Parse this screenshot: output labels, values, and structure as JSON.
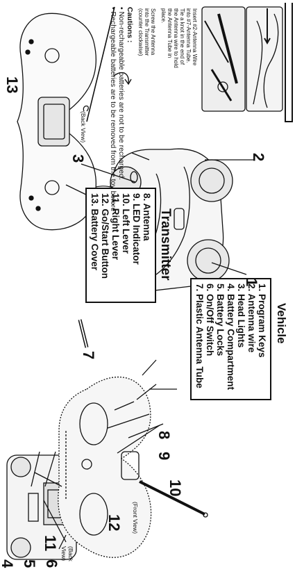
{
  "vehicle": {
    "title": "Vehicle",
    "parts": [
      "1. Program Keys",
      "2. Antenna wire",
      "3. Head Lights",
      "4. Battery Compartment",
      "5. Battery Locks",
      "6. On/Off Switch",
      "7. Plastic Antenna Tube"
    ]
  },
  "transmitter": {
    "title": "Transmitter",
    "parts": [
      "8. Antenna",
      "9. LED Indicator",
      "10. Left Lever",
      "11. Right Lever",
      "12. Go/Start Button",
      "13. Battery Cover"
    ]
  },
  "callouts": {
    "c1": "1",
    "c2": "2",
    "c3": "3",
    "c4": "4",
    "c5": "5",
    "c6": "6",
    "c7": "7",
    "c8": "8",
    "c9": "9",
    "c10": "10",
    "c11": "11",
    "c12": "12",
    "c13": "13"
  },
  "views": {
    "back_view_vehicle": "(Back View)",
    "back_view_transmitter": "(Back View)",
    "front_view_transmitter": "(Front View)"
  },
  "instructions": {
    "insert_antenna": [
      "Insert #2-Antenna Wire",
      "into #7-Antenna Tube.",
      "Tie a knot in the end of",
      "the Antenna wire to hold",
      "the Antenna Tube in",
      "place."
    ],
    "screw_antenna": [
      "Screw the Antenna",
      "into the Transmitter",
      "(counter clockwise)"
    ]
  },
  "cautions": {
    "title": "Cautions :",
    "items": [
      "• Non-rechargeable batteries are not to be recharged.",
      "• Rechargeable batteries are to be removed from the toy before"
    ]
  },
  "colors": {
    "ink": "#111111",
    "paper": "#ffffff",
    "shade": "#cfcfcf"
  }
}
